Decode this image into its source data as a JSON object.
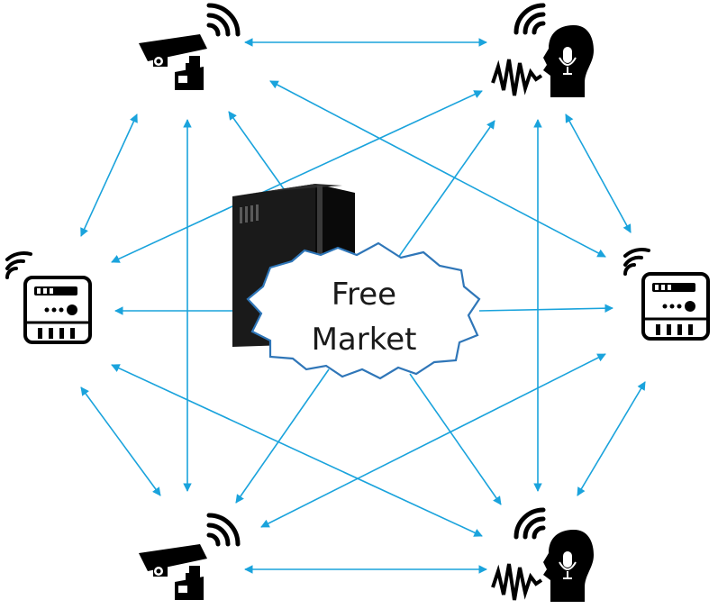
{
  "diagram": {
    "center": {
      "label_line1": "Free",
      "label_line2": "Market",
      "icon": "server-tower-icon"
    },
    "colors": {
      "arrow": "#1aa3dc",
      "cloud_stroke": "#2f76b8",
      "cloud_fill": "#ffffff",
      "server_body": "#1a1a1a",
      "icon": "#000000"
    },
    "nodes": [
      {
        "id": "camera-top",
        "type": "camera",
        "icon": "security-camera-icon"
      },
      {
        "id": "voice-top",
        "type": "voice",
        "icon": "voice-recognition-head-icon"
      },
      {
        "id": "meter-left",
        "type": "meter",
        "icon": "smart-meter-icon"
      },
      {
        "id": "meter-right",
        "type": "meter",
        "icon": "smart-meter-icon"
      },
      {
        "id": "camera-bottom",
        "type": "camera",
        "icon": "security-camera-icon"
      },
      {
        "id": "voice-bottom",
        "type": "voice",
        "icon": "voice-recognition-head-icon"
      }
    ]
  }
}
